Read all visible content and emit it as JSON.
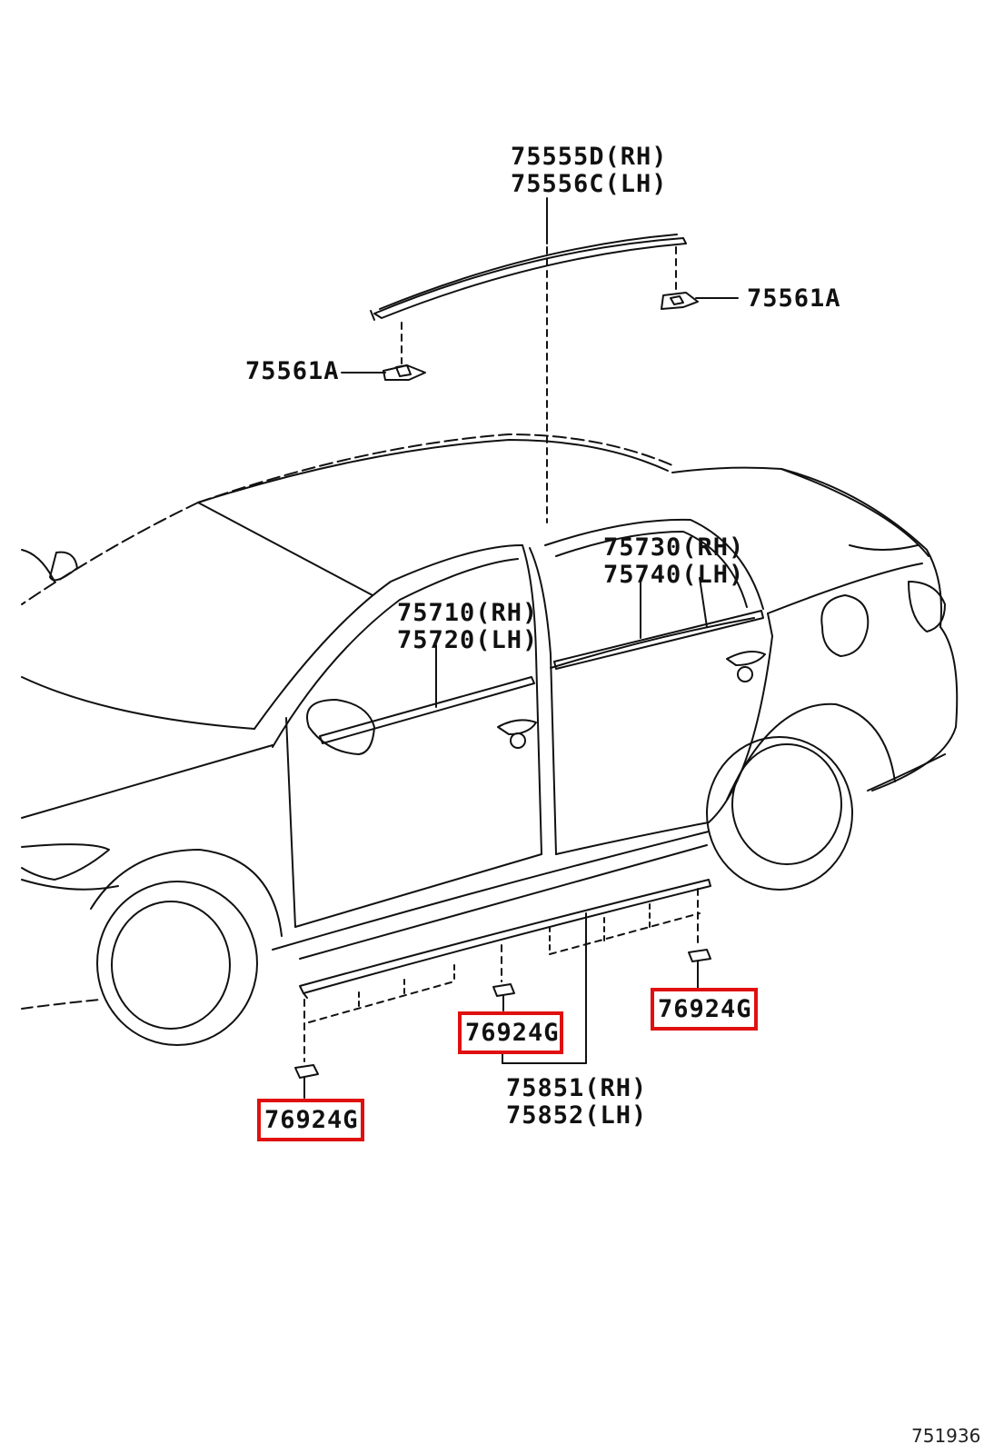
{
  "figure_number": "751936",
  "highlight_color": "#e01010",
  "callouts": {
    "roof_molding_rh": "75555D(RH)",
    "roof_molding_lh": "75556C(LH)",
    "roof_clip_right": "75561A",
    "roof_clip_left": "75561A",
    "rear_belt_molding_rh": "75730(RH)",
    "rear_belt_molding_lh": "75740(LH)",
    "front_belt_molding_rh": "75710(RH)",
    "front_belt_molding_lh": "75720(LH)",
    "rocker_clip_middle": "76924G",
    "rocker_clip_right": "76924G",
    "rocker_clip_left": "76924G",
    "rocker_molding_rh": "75851(RH)",
    "rocker_molding_lh": "75852(LH)"
  }
}
